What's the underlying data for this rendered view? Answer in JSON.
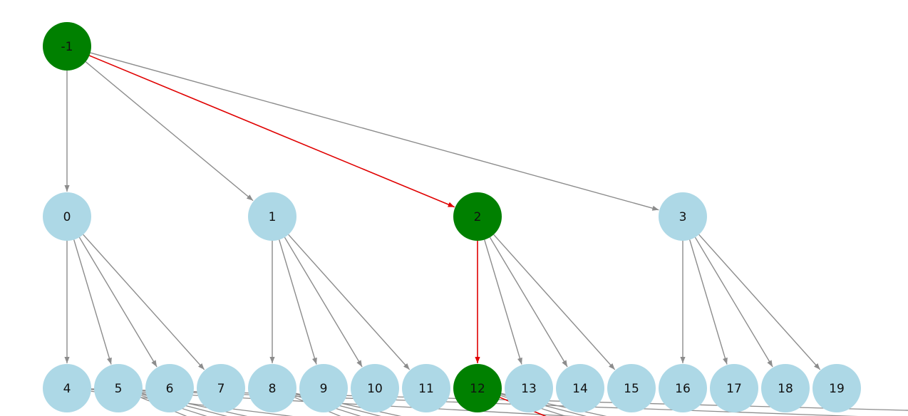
{
  "colors": {
    "node_default": "#add8e6",
    "node_path": "#008000",
    "edge_default": "#8c8c8c",
    "edge_path": "#e00000"
  },
  "nodes": [
    {
      "id": "-1",
      "label": "-1",
      "on_path": true
    },
    {
      "id": "0",
      "label": "0",
      "on_path": false
    },
    {
      "id": "1",
      "label": "1",
      "on_path": false
    },
    {
      "id": "2",
      "label": "2",
      "on_path": true
    },
    {
      "id": "3",
      "label": "3",
      "on_path": false
    },
    {
      "id": "4",
      "label": "4",
      "on_path": false
    },
    {
      "id": "5",
      "label": "5",
      "on_path": false
    },
    {
      "id": "6",
      "label": "6",
      "on_path": false
    },
    {
      "id": "7",
      "label": "7",
      "on_path": false
    },
    {
      "id": "8",
      "label": "8",
      "on_path": false
    },
    {
      "id": "9",
      "label": "9",
      "on_path": false
    },
    {
      "id": "10",
      "label": "10",
      "on_path": false
    },
    {
      "id": "11",
      "label": "11",
      "on_path": false
    },
    {
      "id": "12",
      "label": "12",
      "on_path": true
    },
    {
      "id": "13",
      "label": "13",
      "on_path": false
    },
    {
      "id": "14",
      "label": "14",
      "on_path": false
    },
    {
      "id": "15",
      "label": "15",
      "on_path": false
    },
    {
      "id": "16",
      "label": "16",
      "on_path": false
    },
    {
      "id": "17",
      "label": "17",
      "on_path": false
    },
    {
      "id": "18",
      "label": "18",
      "on_path": false
    },
    {
      "id": "19",
      "label": "19",
      "on_path": false
    }
  ],
  "edges": [
    {
      "from": "-1",
      "to": "0",
      "on_path": false
    },
    {
      "from": "-1",
      "to": "1",
      "on_path": false
    },
    {
      "from": "-1",
      "to": "2",
      "on_path": true
    },
    {
      "from": "-1",
      "to": "3",
      "on_path": false
    },
    {
      "from": "0",
      "to": "4",
      "on_path": false
    },
    {
      "from": "0",
      "to": "5",
      "on_path": false
    },
    {
      "from": "0",
      "to": "6",
      "on_path": false
    },
    {
      "from": "0",
      "to": "7",
      "on_path": false
    },
    {
      "from": "1",
      "to": "8",
      "on_path": false
    },
    {
      "from": "1",
      "to": "9",
      "on_path": false
    },
    {
      "from": "1",
      "to": "10",
      "on_path": false
    },
    {
      "from": "1",
      "to": "11",
      "on_path": false
    },
    {
      "from": "2",
      "to": "12",
      "on_path": true
    },
    {
      "from": "2",
      "to": "13",
      "on_path": false
    },
    {
      "from": "2",
      "to": "14",
      "on_path": false
    },
    {
      "from": "2",
      "to": "15",
      "on_path": false
    },
    {
      "from": "3",
      "to": "16",
      "on_path": false
    },
    {
      "from": "3",
      "to": "17",
      "on_path": false
    },
    {
      "from": "3",
      "to": "18",
      "on_path": false
    },
    {
      "from": "3",
      "to": "19",
      "on_path": false
    }
  ],
  "offscreen_edges": [
    {
      "from": "4",
      "count": 4,
      "on_path": false
    },
    {
      "from": "5",
      "count": 4,
      "on_path": false
    },
    {
      "from": "8",
      "count": 4,
      "on_path": false
    },
    {
      "from": "12",
      "count": 1,
      "on_path": true
    },
    {
      "from": "12",
      "count": 3,
      "on_path": false
    }
  ]
}
